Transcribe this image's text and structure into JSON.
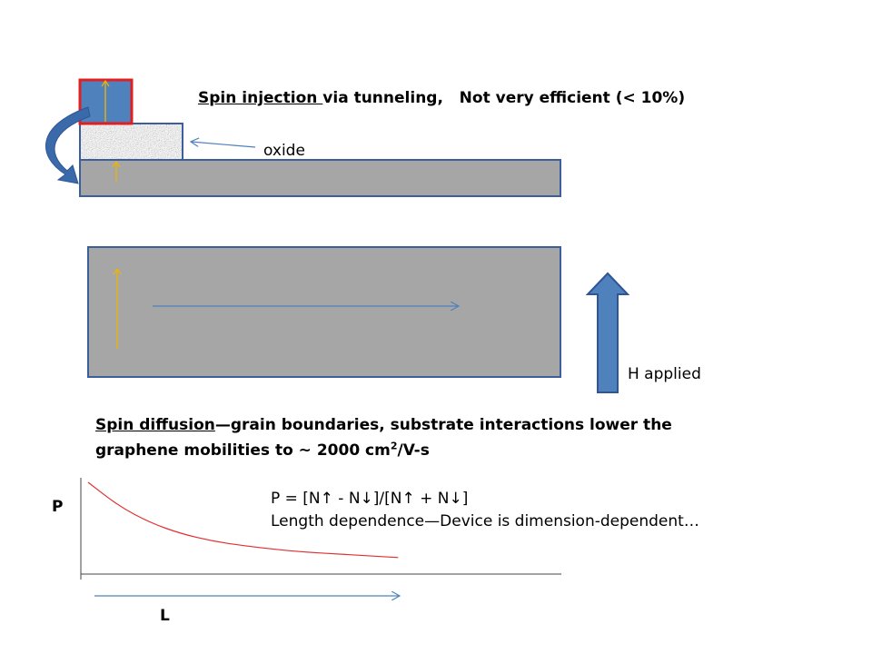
{
  "labels": {
    "injection_underlined": "Spin injection ",
    "injection_rest": "via tunneling,   Not very efficient (< 10%)",
    "oxide": "oxide",
    "h_applied": "H applied",
    "diffusion_underlined": "Spin diffusion",
    "diffusion_line1_rest": "—grain boundaries, substrate interactions lower the",
    "diffusion_line2_pre": "graphene mobilities to ~ 2000 cm",
    "diffusion_line2_sup": "2",
    "diffusion_line2_post": "/V-s",
    "formula": "P = [N↑ - N↓]/[N↑ + N↓]",
    "length_dependence": "Length dependence—Device is dimension-dependent…",
    "axis_p": "P",
    "axis_l": "L"
  },
  "colors": {
    "slab_fill": "#a6a6a6",
    "slab_stroke": "#3a5f9a",
    "electrode_fill": "#4f81bd",
    "electrode_stroke": "#e02020",
    "spin_arrow": "#f0b400",
    "blue_arrow": "#4f81bd",
    "curve": "#e03030"
  },
  "chart_data": {
    "type": "line",
    "title": "",
    "xlabel": "L",
    "ylabel": "P",
    "series": [
      {
        "x": [
          0,
          0.1,
          0.2,
          0.3,
          0.4,
          0.5,
          0.6,
          0.7,
          0.8,
          0.9,
          1.0
        ],
        "values": [
          1.0,
          0.74,
          0.56,
          0.44,
          0.36,
          0.31,
          0.27,
          0.24,
          0.22,
          0.2,
          0.18
        ]
      }
    ],
    "xlim": [
      0,
      1.55
    ],
    "ylim": [
      0,
      1.05
    ],
    "grid": false
  }
}
